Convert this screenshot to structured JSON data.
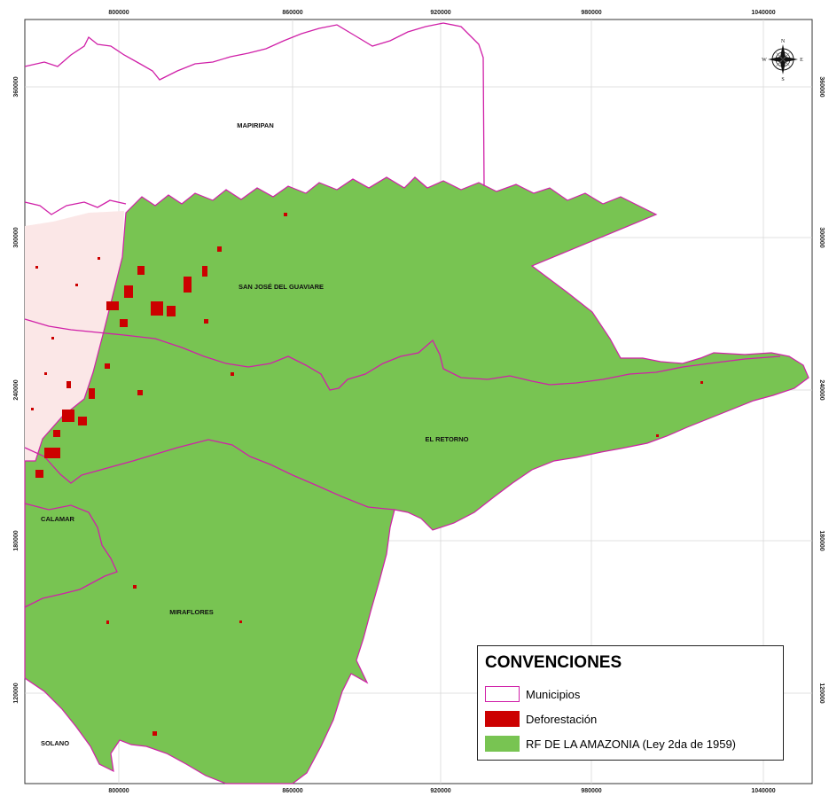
{
  "axes": {
    "x_ticks": [
      "800000",
      "860000",
      "920000",
      "980000",
      "1040000"
    ],
    "y_ticks": [
      "360000",
      "300000",
      "240000",
      "180000",
      "120000"
    ]
  },
  "municipalities": {
    "mapiripan": "MAPIRIPAN",
    "san_jose": "SAN JOSÉ DEL GUAVIARE",
    "el_retorno": "EL RETORNO",
    "calamar": "CALAMAR",
    "miraflores": "MIRAFLORES",
    "solano": "SOLANO"
  },
  "compass": {
    "n": "N",
    "s": "S",
    "e": "E",
    "w": "W"
  },
  "legend": {
    "title": "CONVENCIONES",
    "items": [
      {
        "label": "Municipios",
        "color": "#d020a8"
      },
      {
        "label": "Deforestación",
        "color": "#cc0000"
      },
      {
        "label": "RF DE LA AMAZONIA (Ley 2da de 1959)",
        "color": "#78c452"
      }
    ]
  },
  "colors": {
    "forest": "#78c452",
    "deforestation": "#cc0000",
    "boundary": "#d020a8"
  }
}
